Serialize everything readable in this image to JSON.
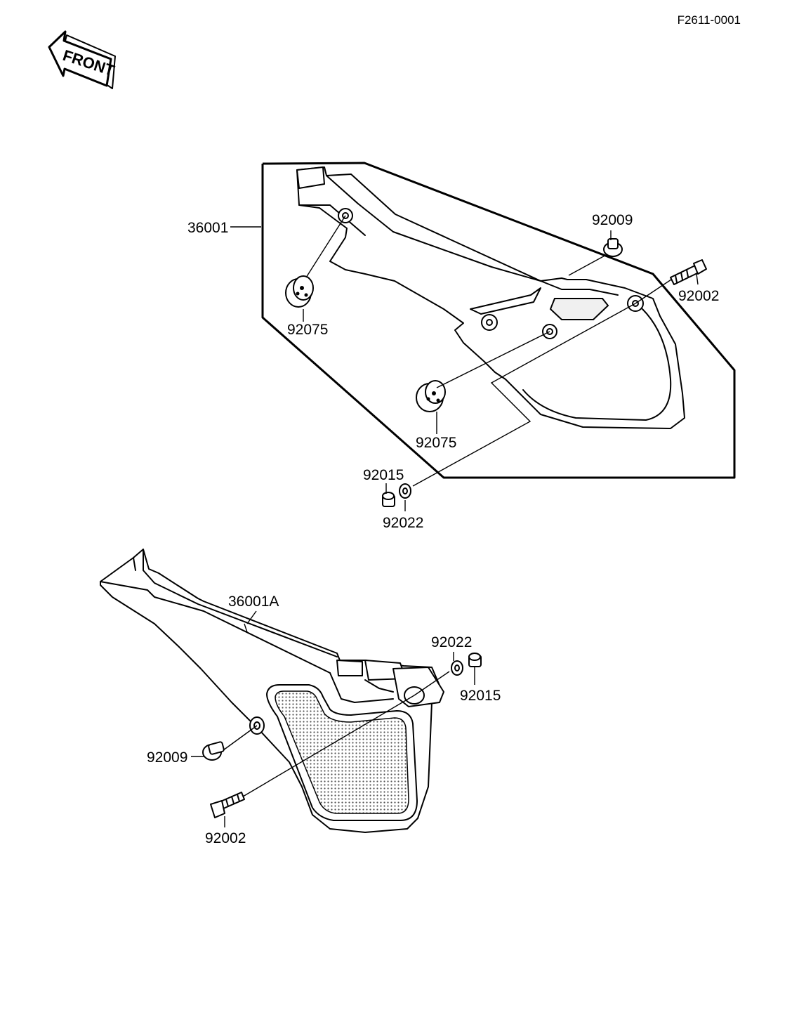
{
  "diagram_code": "F2611-0001",
  "front_label": "FRONT",
  "labels": {
    "p36001": "36001",
    "p36001A": "36001A",
    "p92009_top": "92009",
    "p92002_top": "92002",
    "p92075_a": "92075",
    "p92075_b": "92075",
    "p92015_top": "92015",
    "p92022_top": "92022",
    "p92022_bottom": "92022",
    "p92015_bottom": "92015",
    "p92009_bottom": "92009",
    "p92002_bottom": "92002"
  }
}
